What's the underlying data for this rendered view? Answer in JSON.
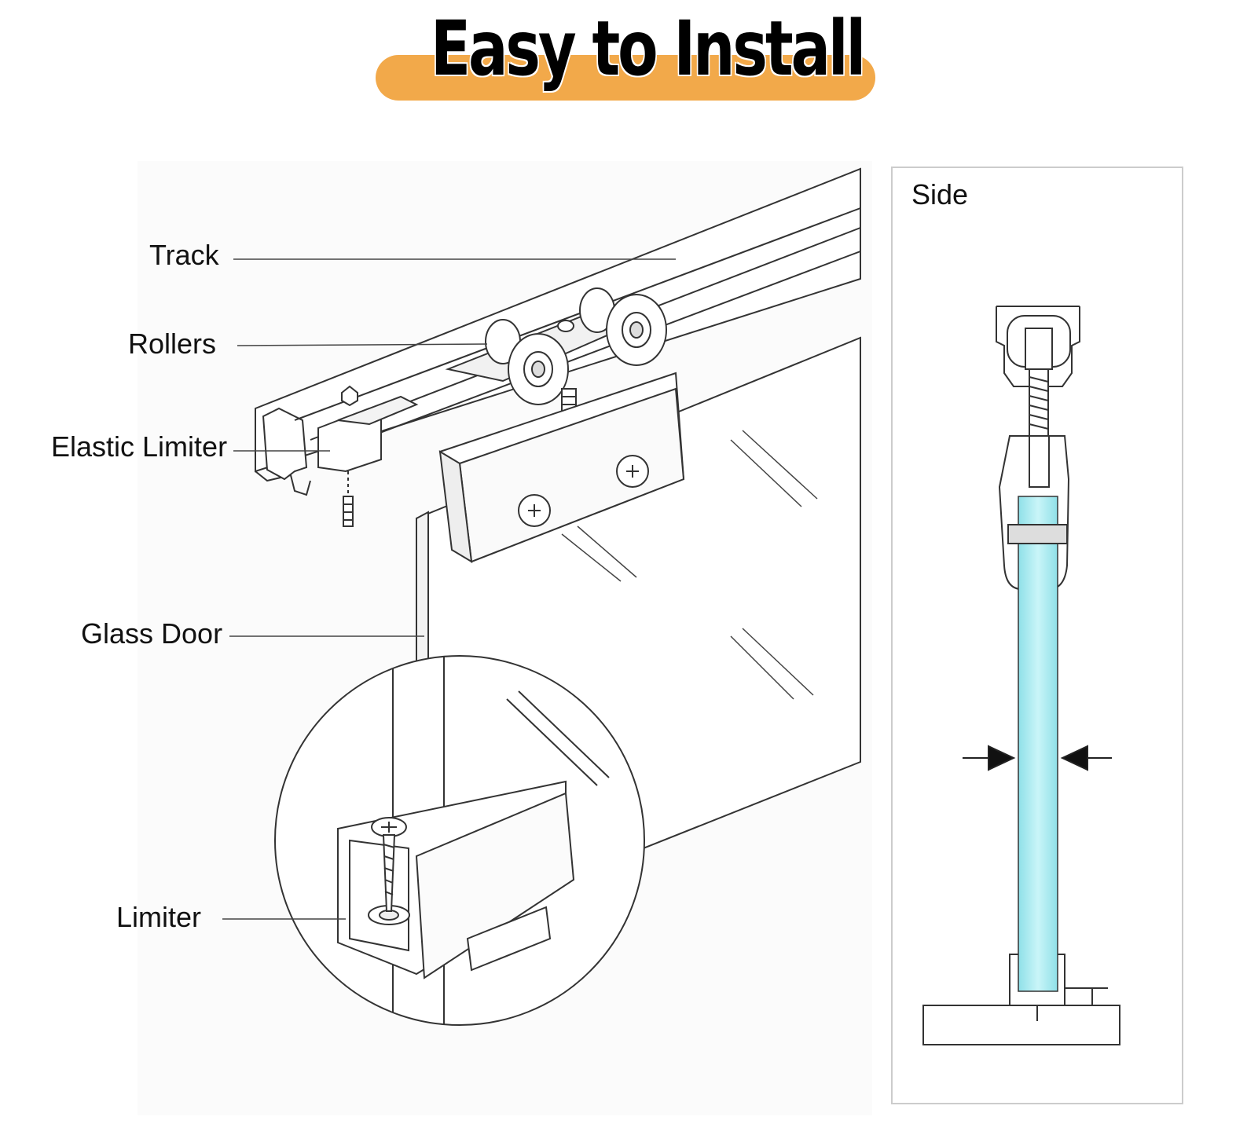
{
  "header": {
    "title": "Easy to Install"
  },
  "labels": {
    "track": "Track",
    "rollers": "Rollers",
    "elastic_limiter": "Elastic Limiter",
    "glass_door": "Glass Door",
    "limiter": "Limiter"
  },
  "side_panel": {
    "title": "Side"
  },
  "colors": {
    "accent": "#F2A94A",
    "glass": "#9FE8EE",
    "line": "#333333"
  }
}
